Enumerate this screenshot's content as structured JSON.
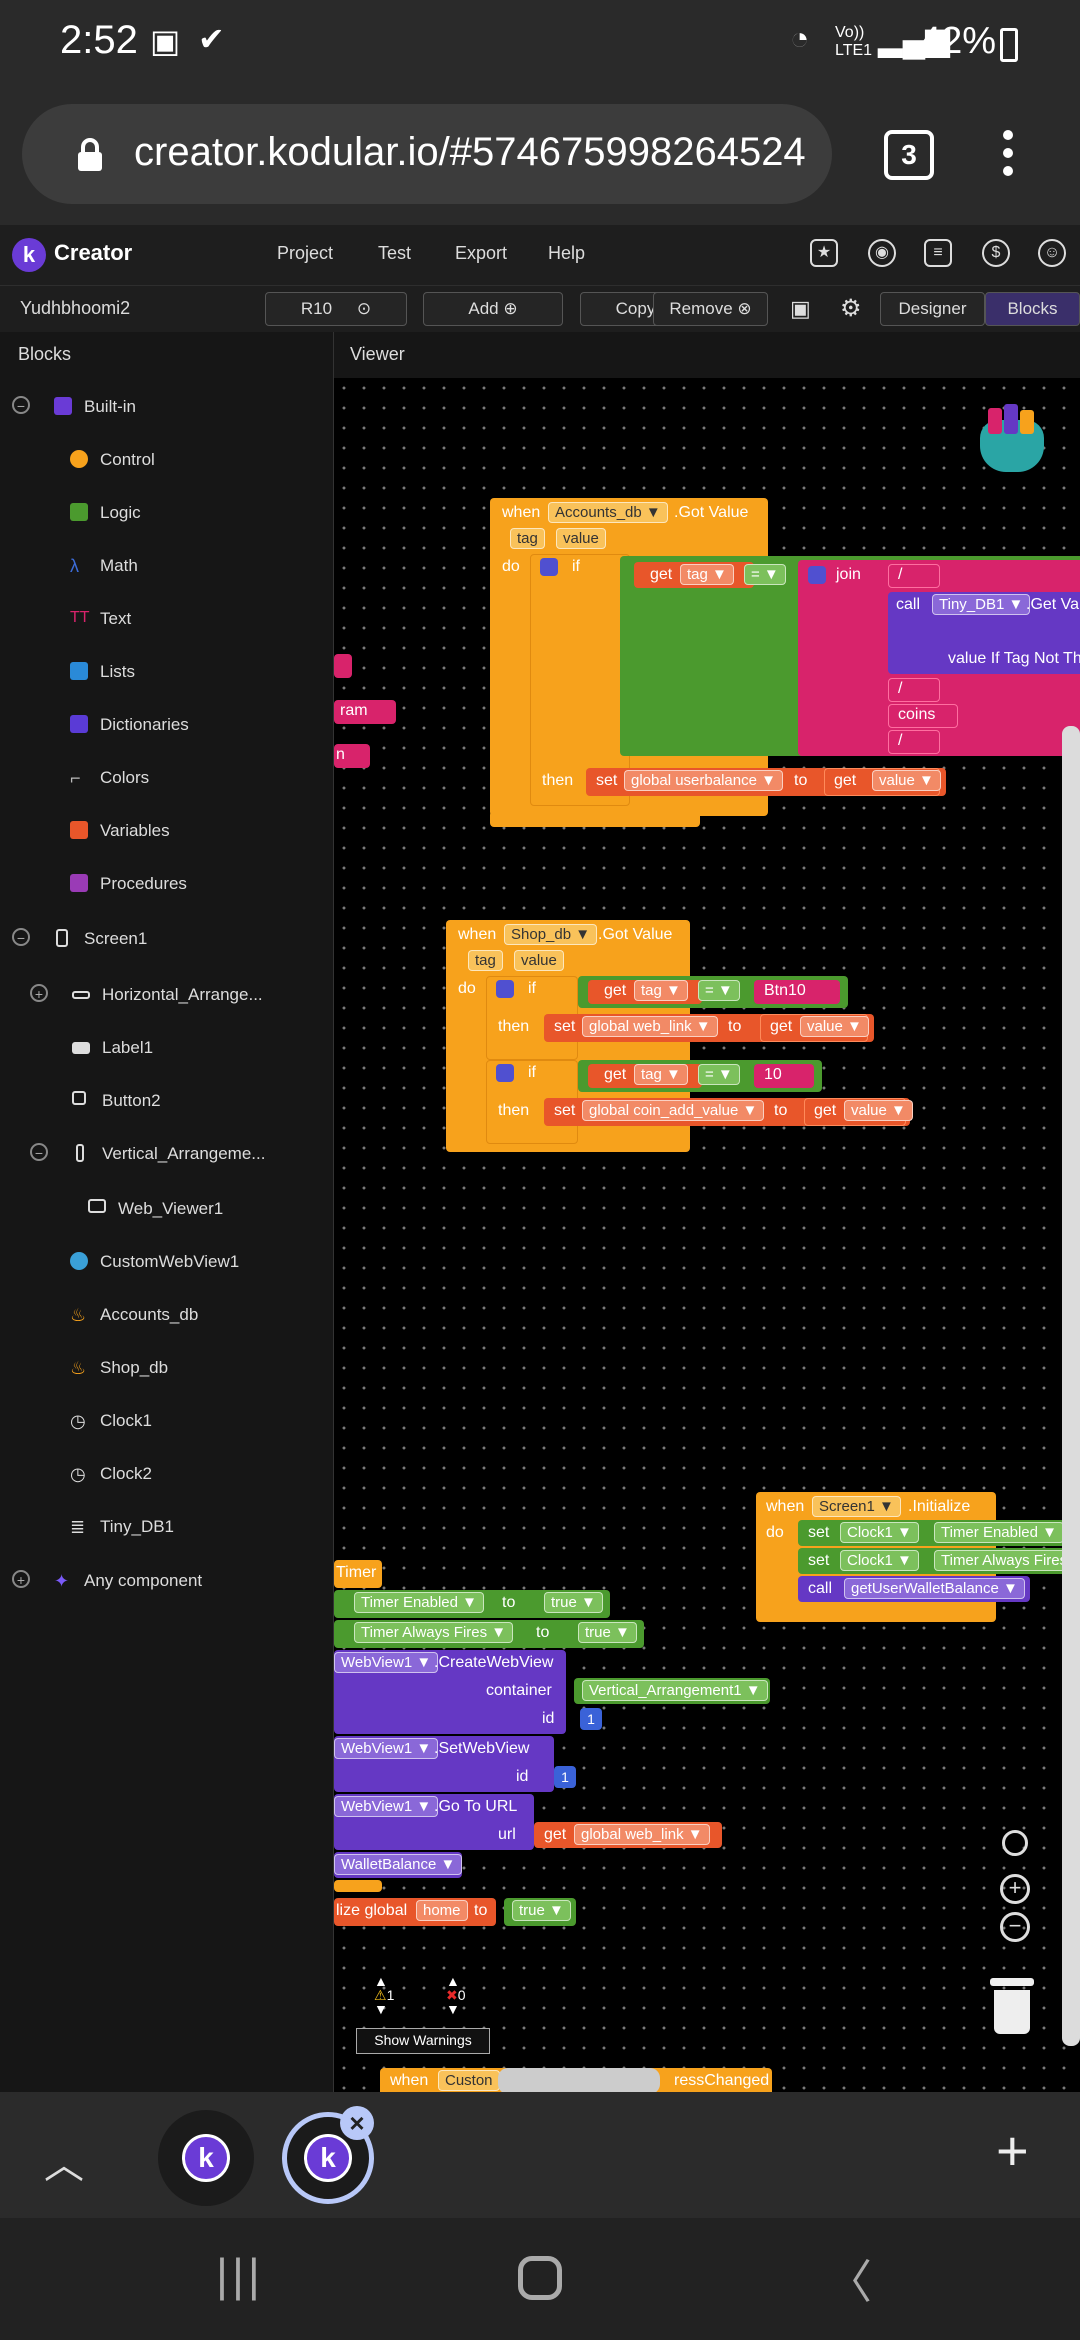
{
  "status_bar": {
    "time": "2:52",
    "network": "Vo)) LTE1",
    "battery": "42%"
  },
  "browser": {
    "url": "creator.kodular.io/#574675998264524",
    "tab_count": "3"
  },
  "app": {
    "brand": "Creator",
    "menu": [
      "Project",
      "Test",
      "Export",
      "Help"
    ],
    "project_name": "Yudhbhoomi2",
    "screen_select": "R10",
    "add_label": "Add",
    "copy_label": "Copy",
    "remove_label": "Remove",
    "designer_label": "Designer",
    "blocks_label": "Blocks"
  },
  "panel": {
    "title": "Blocks",
    "builtin": "Built-in",
    "builtin_items": [
      "Control",
      "Logic",
      "Math",
      "Text",
      "Lists",
      "Dictionaries",
      "Colors",
      "Variables",
      "Procedures"
    ],
    "screen": "Screen1",
    "components": [
      "Horizontal_Arrange...",
      "Label1",
      "Button2",
      "Vertical_Arrangeme...",
      "Web_Viewer1",
      "CustomWebView1",
      "Accounts_db",
      "Shop_db",
      "Clock1",
      "Clock2",
      "Tiny_DB1"
    ],
    "any": "Any component"
  },
  "viewer": {
    "title": "Viewer",
    "block1": {
      "when": "when",
      "comp": "Accounts_db",
      "event": ".Got Value",
      "p1": "tag",
      "p2": "value",
      "do": "do",
      "if": "if",
      "get": "get",
      "tag": "tag",
      "eq": "=",
      "join": "join",
      "slash": "/",
      "call": "call",
      "tiny": "Tiny_DB1",
      "getv": ".Get Va",
      "value_if": "value If Tag Not Th",
      "coins": "coins",
      "then": "then",
      "set": "set",
      "var": "global userbalance",
      "to": "to",
      "value": "value"
    },
    "block2": {
      "when": "when",
      "comp": "Shop_db",
      "event": ".Got Value",
      "p1": "tag",
      "p2": "value",
      "do": "do",
      "if": "if",
      "get": "get",
      "tag": "tag",
      "eq": "=",
      "s1": "Btn10",
      "s2": "10",
      "then": "then",
      "set": "set",
      "var1": "global web_link",
      "var2": "global coin_add_value",
      "to": "to",
      "value": "value"
    },
    "block3": {
      "when": "when",
      "comp": "Screen1",
      "event": ".Initialize",
      "do": "do",
      "set": "set",
      "clock": "Clock1",
      "p1": "Timer Enabled",
      "p2": "Timer Always Fires",
      "call": "call",
      "proc": "getUserWalletBalance"
    },
    "partial_left": {
      "r1": "ram",
      "r2": "n",
      "timer": "Timer",
      "te": "Timer Enabled",
      "taf": "Timer Always Fires",
      "to": "to",
      "true": "true",
      "cwv": "WebView1",
      "create": ".CreateWebView",
      "container": "container",
      "varr": "Vertical_Arrangement1",
      "id": "id",
      "one": "1",
      "setwv": ".SetWebView",
      "goto": ".Go To URL",
      "url": "url",
      "get": "get",
      "glink": "global web_link",
      "wallet": "WalletBalance",
      "init": "lize global",
      "home": "home",
      "true2": "true"
    },
    "bottom_block": {
      "when": "when",
      "comp": "Custon",
      "event": "ressChanged"
    },
    "warnings": {
      "warn_count": "1",
      "err_count": "0",
      "button": "Show Warnings"
    }
  }
}
